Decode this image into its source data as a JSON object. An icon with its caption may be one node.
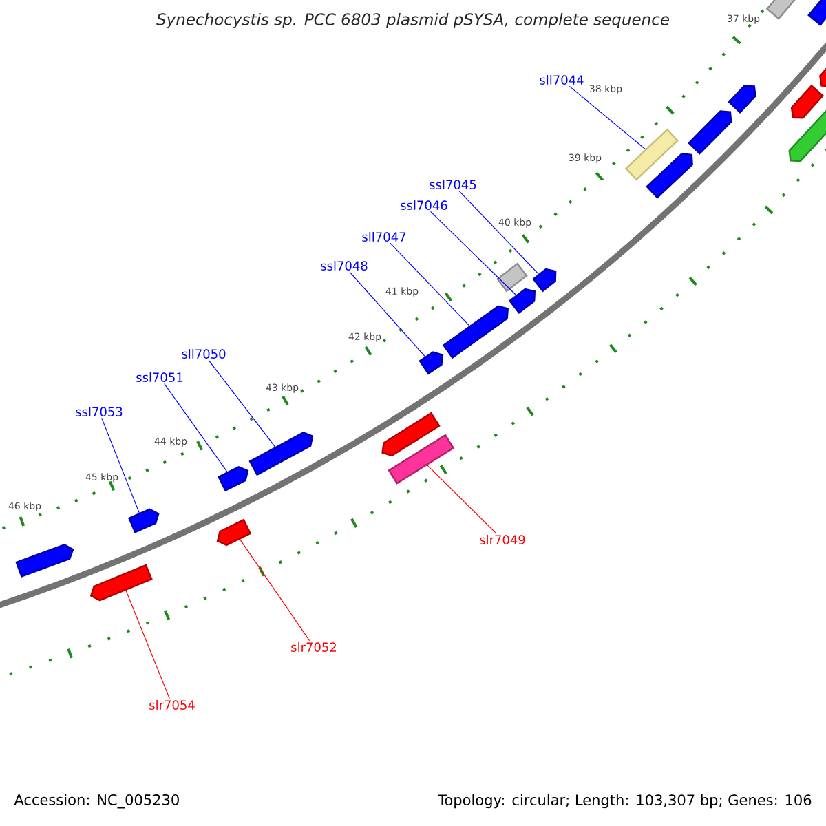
{
  "diagram": {
    "title": "Synechocystis sp. PCC 6803 plasmid pSYSA, complete sequence",
    "nodes": [
      {
        "text": [
          "sll7044"
        ]
      },
      {
        "text": [
          "ssl7045"
        ]
      },
      {
        "text": [
          "ssl7046"
        ]
      },
      {
        "text": [
          "sll7047"
        ]
      },
      {
        "text": [
          "ssl7048"
        ]
      },
      {
        "text": [
          "sll7050"
        ]
      },
      {
        "text": [
          "ssl7051"
        ]
      },
      {
        "text": [
          "ssl7053"
        ]
      },
      {
        "text": [
          "slr7049"
        ]
      },
      {
        "text": [
          "slr7052"
        ]
      },
      {
        "text": [
          "slr7054"
        ]
      },
      {
        "text": [],
        "shape": "box"
      },
      {
        "text": [],
        "shape": "arrow"
      },
      {
        "text": [],
        "shape": "arrow"
      },
      {
        "text": [],
        "shape": "arrow"
      },
      {
        "text": [],
        "shape": "arrow"
      },
      {
        "text": [],
        "shape": "arrow"
      },
      {
        "text": [],
        "shape": "arrow"
      },
      {
        "text": [],
        "shape": "box"
      },
      {
        "text": [],
        "shape": "arrow"
      },
      {
        "text": [],
        "shape": "arrow"
      },
      {
        "text": [],
        "shape": "box"
      },
      {
        "text": [],
        "shape": "arrow"
      },
      {
        "text": [],
        "shape": "arrow"
      },
      {
        "text": [],
        "shape": "arrow"
      },
      {
        "text": [],
        "shape": "arrow"
      },
      {
        "text": [],
        "shape": "box"
      },
      {
        "text": [],
        "shape": "arrow"
      },
      {
        "text": [],
        "shape": "arrow"
      },
      {
        "text": [],
        "shape": "arrow"
      },
      {
        "text": [],
        "shape": "arrow"
      },
      {
        "text": [],
        "shape": "arrow"
      },
      {
        "text": [],
        "shape": "arrow"
      }
    ],
    "edges": [
      {
        "from": 0,
        "to": 18,
        "arrow": "none"
      },
      {
        "from": 1,
        "to": 20,
        "arrow": "none"
      },
      {
        "from": 2,
        "to": 22,
        "arrow": "none"
      },
      {
        "from": 3,
        "to": 23,
        "arrow": "none"
      },
      {
        "from": 4,
        "to": 24,
        "arrow": "none"
      },
      {
        "from": 5,
        "to": 27,
        "arrow": "none"
      },
      {
        "from": 6,
        "to": 28,
        "arrow": "none"
      },
      {
        "from": 7,
        "to": 30,
        "arrow": "none"
      },
      {
        "from": 8,
        "to": 26,
        "arrow": "none",
        "color": "#ff0000"
      },
      {
        "from": 9,
        "to": 29,
        "arrow": "none",
        "color": "#ff0000"
      },
      {
        "from": 10,
        "to": 31,
        "arrow": "none",
        "color": "#ff0000"
      }
    ],
    "labels": [
      "37 kbp",
      "38 kbp",
      "39 kbp",
      "40 kbp",
      "41 kbp",
      "42 kbp",
      "43 kbp",
      "44 kbp",
      "45 kbp",
      "46 kbp",
      "Accession: NC_005230",
      "Topology: circular; Length: 103,307 bp; Genes: 106"
    ]
  }
}
